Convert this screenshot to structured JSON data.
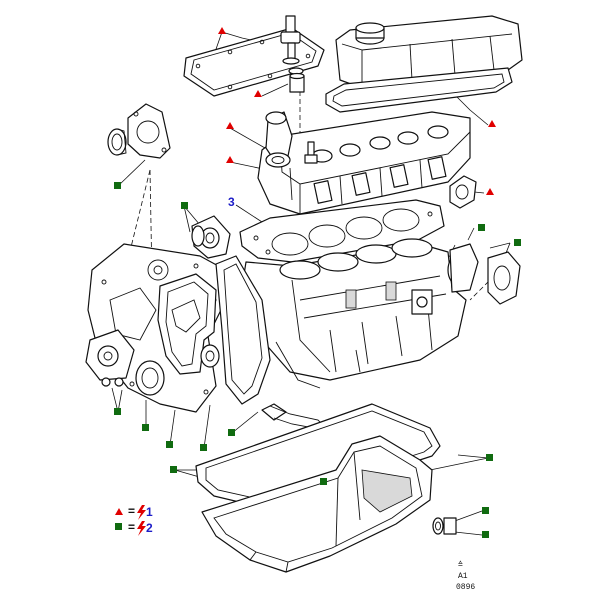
{
  "colors": {
    "marker_triangle": "#e00000",
    "marker_square": "#106b10",
    "callout_text": "#1c1cc8",
    "lightning": "#e00000",
    "line": "#111111"
  },
  "callout": {
    "number": "3"
  },
  "legend": [
    {
      "marker": "red-triangle",
      "equals": "=",
      "symbol": "lightning-bolt",
      "number": "1"
    },
    {
      "marker": "green-square",
      "equals": "=",
      "symbol": "lightning-bolt",
      "number": "2"
    }
  ],
  "ref_code": {
    "line1": "A1",
    "line2": "0896"
  }
}
